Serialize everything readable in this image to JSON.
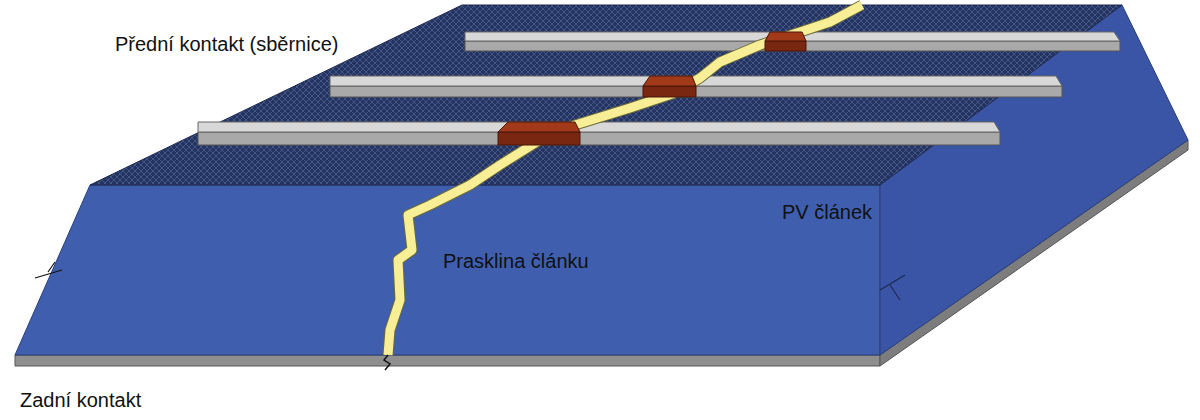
{
  "diagram": {
    "labels": [
      "Přední kontakt (sběrnice)",
      "PV článek",
      "Prasklina článku",
      "Zadní kontakt"
    ]
  }
}
